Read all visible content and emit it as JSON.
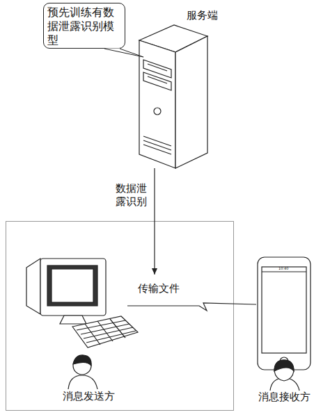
{
  "diagram": {
    "nodes": [
      {
        "text": [
          "预先训练有数据泄露识别模型"
        ]
      },
      {
        "text": [
          "服务端"
        ]
      },
      {
        "text": [
          "消息发送方"
        ]
      },
      {
        "text": [
          "消息接收方"
        ]
      }
    ],
    "edges": [
      {
        "from": 1,
        "to": 2,
        "label": "数据泄露识别",
        "arrow": "to"
      },
      {
        "from": 2,
        "to": 3,
        "label": "传输文件",
        "arrow": "none"
      }
    ],
    "labels": [
      "10:40"
    ]
  }
}
